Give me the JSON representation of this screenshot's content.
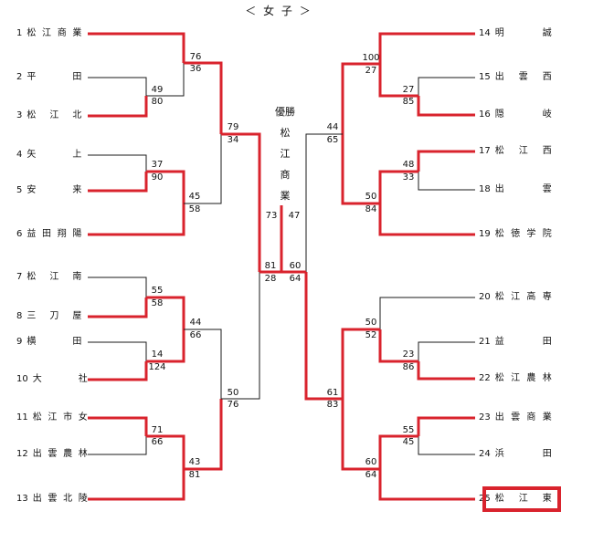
{
  "title": "＜ 女 子 ＞",
  "champion": {
    "label": "優勝",
    "name": [
      "松",
      "江",
      "商",
      "業"
    ]
  },
  "colors": {
    "win": "#d9232d",
    "lose": "#1a1a1a",
    "highlight": "#d9232d"
  },
  "teams_left": [
    {
      "seed": "1",
      "name": "松江商業"
    },
    {
      "seed": "2",
      "name": "平田"
    },
    {
      "seed": "3",
      "name": "松江北"
    },
    {
      "seed": "4",
      "name": "矢上"
    },
    {
      "seed": "5",
      "name": "安来"
    },
    {
      "seed": "6",
      "name": "益田翔陽"
    },
    {
      "seed": "7",
      "name": "松江南"
    },
    {
      "seed": "8",
      "name": "三刀屋"
    },
    {
      "seed": "9",
      "name": "横田"
    },
    {
      "seed": "10",
      "name": "大社"
    },
    {
      "seed": "11",
      "name": "松江市女"
    },
    {
      "seed": "12",
      "name": "出雲農林"
    },
    {
      "seed": "13",
      "name": "出雲北陵"
    }
  ],
  "teams_right": [
    {
      "seed": "14",
      "name": "明誠"
    },
    {
      "seed": "15",
      "name": "出雲西"
    },
    {
      "seed": "16",
      "name": "隠岐"
    },
    {
      "seed": "17",
      "name": "松江西"
    },
    {
      "seed": "18",
      "name": "出雲"
    },
    {
      "seed": "19",
      "name": "松徳学院"
    },
    {
      "seed": "20",
      "name": "松江高専"
    },
    {
      "seed": "21",
      "name": "益田"
    },
    {
      "seed": "22",
      "name": "松江農林"
    },
    {
      "seed": "23",
      "name": "出雲商業"
    },
    {
      "seed": "24",
      "name": "浜田"
    },
    {
      "seed": "25",
      "name": "松江東"
    }
  ],
  "scores": [
    {
      "id": "s1",
      "value": "76"
    },
    {
      "id": "s2",
      "value": "36"
    },
    {
      "id": "s3",
      "value": "49"
    },
    {
      "id": "s4",
      "value": "80"
    },
    {
      "id": "s5",
      "value": "79"
    },
    {
      "id": "s6",
      "value": "34"
    },
    {
      "id": "s7",
      "value": "37"
    },
    {
      "id": "s8",
      "value": "90"
    },
    {
      "id": "s9",
      "value": "45"
    },
    {
      "id": "s10",
      "value": "58"
    },
    {
      "id": "s11",
      "value": "55"
    },
    {
      "id": "s12",
      "value": "58"
    },
    {
      "id": "s13",
      "value": "44"
    },
    {
      "id": "s14",
      "value": "66"
    },
    {
      "id": "s15",
      "value": "14"
    },
    {
      "id": "s16",
      "value": "124"
    },
    {
      "id": "s17",
      "value": "50"
    },
    {
      "id": "s18",
      "value": "76"
    },
    {
      "id": "s19",
      "value": "71"
    },
    {
      "id": "s20",
      "value": "66"
    },
    {
      "id": "s21",
      "value": "43"
    },
    {
      "id": "s22",
      "value": "81"
    },
    {
      "id": "s23",
      "value": "81"
    },
    {
      "id": "s24",
      "value": "28"
    },
    {
      "id": "s25",
      "value": "73"
    },
    {
      "id": "s26",
      "value": "47"
    },
    {
      "id": "s27",
      "value": "60"
    },
    {
      "id": "s28",
      "value": "64"
    },
    {
      "id": "s29",
      "value": "100"
    },
    {
      "id": "s30",
      "value": "27"
    },
    {
      "id": "s31",
      "value": "27"
    },
    {
      "id": "s32",
      "value": "85"
    },
    {
      "id": "s33",
      "value": "44"
    },
    {
      "id": "s34",
      "value": "65"
    },
    {
      "id": "s35",
      "value": "48"
    },
    {
      "id": "s36",
      "value": "33"
    },
    {
      "id": "s37",
      "value": "50"
    },
    {
      "id": "s38",
      "value": "84"
    },
    {
      "id": "s39",
      "value": "50"
    },
    {
      "id": "s40",
      "value": "52"
    },
    {
      "id": "s41",
      "value": "23"
    },
    {
      "id": "s42",
      "value": "86"
    },
    {
      "id": "s43",
      "value": "61"
    },
    {
      "id": "s44",
      "value": "83"
    },
    {
      "id": "s45",
      "value": "55"
    },
    {
      "id": "s46",
      "value": "45"
    },
    {
      "id": "s47",
      "value": "60"
    },
    {
      "id": "s48",
      "value": "64"
    }
  ]
}
